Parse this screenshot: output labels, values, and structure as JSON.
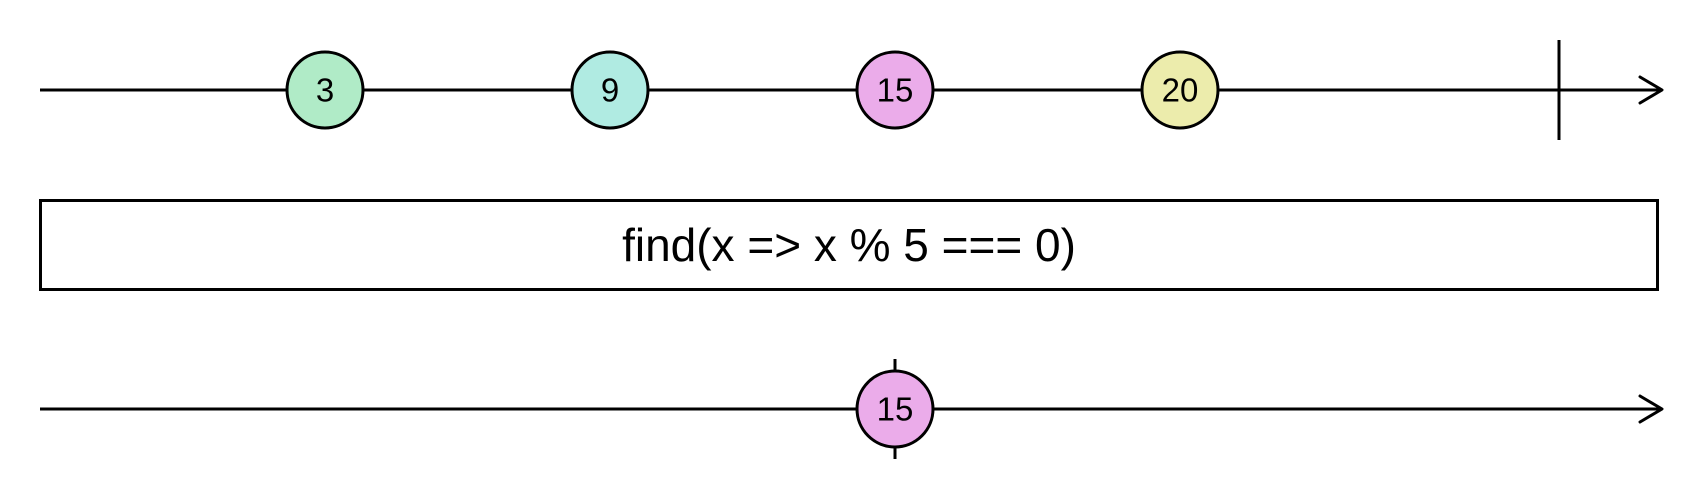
{
  "input_stream": {
    "marbles": [
      {
        "label": "3",
        "color": "#b0ebc7"
      },
      {
        "label": "9",
        "color": "#b0ebe2"
      },
      {
        "label": "15",
        "color": "#ebacea"
      },
      {
        "label": "20",
        "color": "#ececac"
      }
    ],
    "completes": true
  },
  "operator": {
    "label": "find(x => x % 5 === 0)"
  },
  "output_stream": {
    "marbles": [
      {
        "label": "15",
        "color": "#ebacea"
      }
    ],
    "completes_with_last_value": true
  }
}
